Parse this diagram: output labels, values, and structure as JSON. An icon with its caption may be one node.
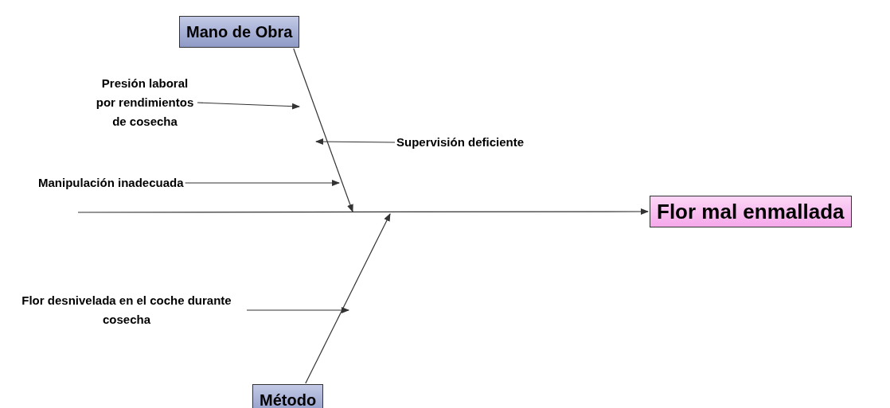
{
  "diagram": {
    "nodes": [
      {
        "text": [
          "Mano de Obra"
        ]
      },
      {
        "text": [
          "Presión laboral por rendimientos de cosecha"
        ]
      },
      {
        "text": [
          "Supervisión deficiente"
        ]
      },
      {
        "text": [
          "Manipulación inadecuada"
        ]
      },
      {
        "text": [
          "Flor mal enmallada"
        ]
      },
      {
        "text": [
          "Flor desnivelada en el coche durante cosecha"
        ]
      },
      {
        "text": [
          "Método"
        ]
      }
    ],
    "edges": [
      {
        "from": null,
        "to": 4,
        "arrow": "to"
      },
      {
        "from": 0,
        "to": null,
        "arrow": "to"
      },
      {
        "from": 1,
        "to": null,
        "arrow": "to"
      },
      {
        "from": 2,
        "to": null,
        "arrow": "to"
      },
      {
        "from": 3,
        "to": null,
        "arrow": "to"
      },
      {
        "from": 6,
        "to": null,
        "arrow": "to"
      },
      {
        "from": 5,
        "to": null,
        "arrow": "to"
      }
    ]
  }
}
